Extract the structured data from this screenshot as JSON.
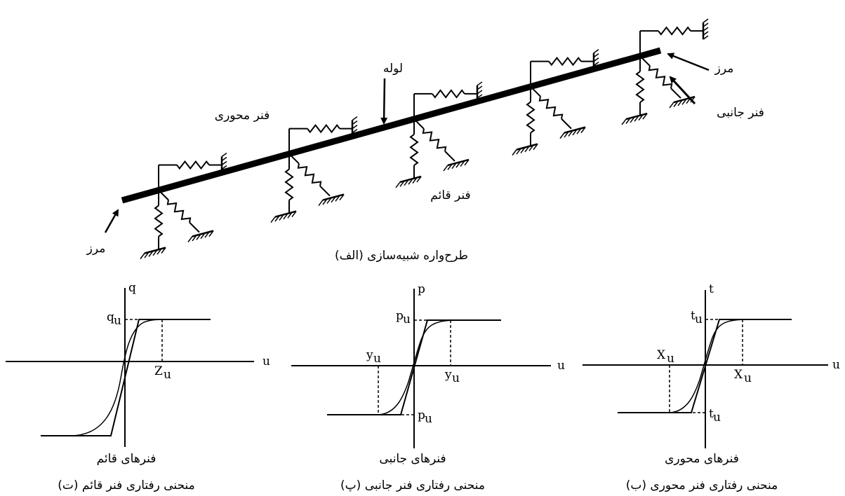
{
  "top": {
    "pipe_label": "لوله",
    "axial_spring_label": "فنر محوری",
    "lateral_spring_label": "فنر جانبی",
    "vertical_spring_label": "فنر قائم",
    "boundary_right": "مرز",
    "boundary_left": "مرز",
    "caption": "(الف) طرح‌واره شبیه‌سازی"
  },
  "graphs": {
    "vertical": {
      "axis_y": "q",
      "axis_x": "u",
      "ult_label": "q",
      "ult_sub": "u",
      "disp_label": "Z",
      "disp_sub": "u",
      "title": "فنرهای قائم",
      "caption": "(ت) منحنی رفتاری فنر قائم"
    },
    "lateral": {
      "axis_y": "p",
      "axis_x": "u",
      "ult_label": "p",
      "ult_sub": "u",
      "neg_ult_label": "p",
      "neg_ult_sub": "u",
      "disp_label": "y",
      "disp_sub": "u",
      "neg_disp_label": "y",
      "neg_disp_sub": "u",
      "title": "فنرهای جانبی",
      "caption": "(پ) منحنی رفتاری فنر جانبی"
    },
    "axial": {
      "axis_y": "t",
      "axis_x": "u",
      "ult_label": "t",
      "ult_sub": "u",
      "neg_ult_label": "t",
      "neg_ult_sub": "u",
      "disp_label": "X",
      "disp_sub": "u",
      "neg_disp_label": "X",
      "neg_disp_sub": "u",
      "title": "فنرهای محوری",
      "caption": "(ب) منحنی رفتاری فنر محوری"
    }
  }
}
